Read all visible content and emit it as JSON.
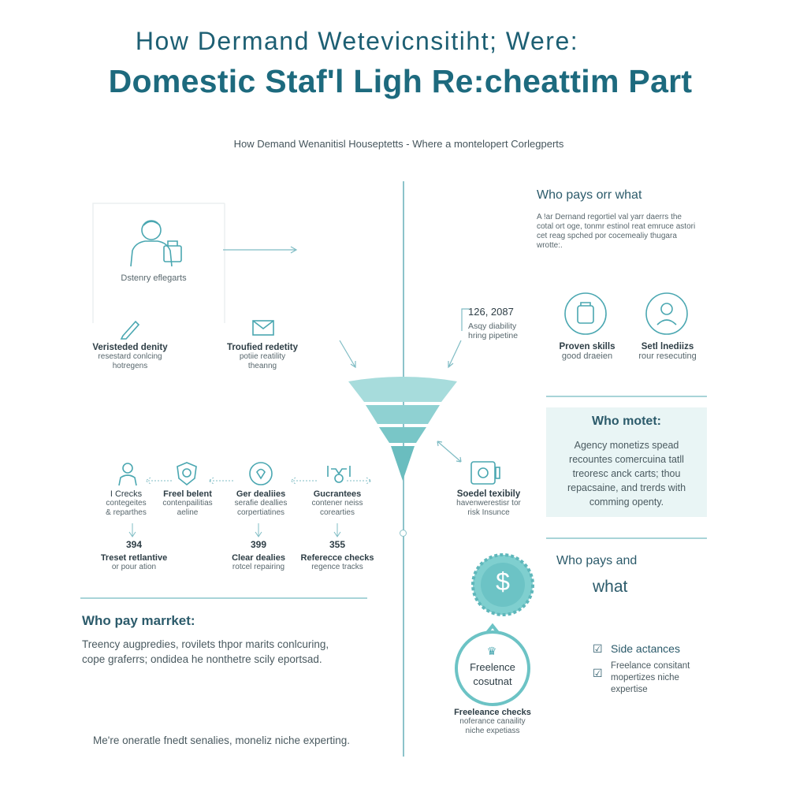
{
  "header": {
    "title_line1": "How Dermand Wetevicnsitiht; Were:",
    "title_line2": "Domestic Staf'l Ligh Re:cheattim Part",
    "subtitle": "How Demand Wenanitisl Houseptetts - Where a montelopert Corlegperts"
  },
  "left_top": {
    "box_label": "Dstenry eflegarts",
    "items": [
      {
        "title": "Veristeded denity",
        "desc": "resestard conlcing\nhotregens"
      },
      {
        "title": "Troufied redetity",
        "desc": "potiie reatility\ntheanng"
      }
    ]
  },
  "center": {
    "stat_number": "126, 2087",
    "stat_desc": "Asqy diability\nhring pipetine"
  },
  "flow": {
    "items": [
      {
        "title": "I Crecks",
        "desc": "contegeites\n& reparthes"
      },
      {
        "title": "Freel belent",
        "desc": "contenpailitias\naeline"
      },
      {
        "title": "Ger dealiies",
        "desc": "serafie deallies\ncorpertiatines"
      },
      {
        "title": "Gucrantees",
        "desc": "contener neiss\ncorearties"
      }
    ],
    "numbers": [
      {
        "value": "394",
        "title": "Treset retlantive",
        "desc": "or pour ation"
      },
      {
        "value": "399",
        "title": "Clear dealies",
        "desc": "rotcel repairing"
      },
      {
        "value": "355",
        "title": "Referecce checks",
        "desc": "regence tracks"
      }
    ],
    "right_item": {
      "title": "Soedel texibily",
      "desc": "havenwerestisr tor\nrisk Insunce"
    }
  },
  "right_top": {
    "heading": "Who pays orr what",
    "paragraph": "A !ar Dernand regortiel val yarr daerrs the\ncotal ort oge, tonmr estinol reat emruce astori\ncet reag spched por cocemealiy thugara\nwrotte:.",
    "skills": [
      {
        "title": "Proven skills",
        "desc": "good draeien"
      },
      {
        "title": "Setl lnediizs",
        "desc": "rour resecuting"
      }
    ]
  },
  "card": {
    "heading": "Who motet:",
    "text": "Agency monetizs spead\nrecountes comercuina tatll\ntreoresc anck carts; thou\nrepacsaine, and trerds with\ncomming openty."
  },
  "market": {
    "heading": "Who pay marrket:",
    "text": "Treency augpredies, rovilets thpor marits conlcuring,\ncope graferrs; ondidea he nonthetre scily eportsad.",
    "footer": "Me're oneratle fnedt senalies, moneliz niche experting."
  },
  "bottom_center": {
    "coin_symbol": "$",
    "bubble_label": "Freelence\ncosutnat",
    "caption_title": "Freeleance checks",
    "caption_desc": "noferance canaility\nniche expetiass"
  },
  "bottom_right": {
    "heading_line1": "Who pays and",
    "heading_line2": "what",
    "checks": [
      {
        "text": "Side actances"
      },
      {
        "text": "Freelance consitant\nmopertizes niche\nexpertise"
      }
    ]
  },
  "colors": {
    "teal": "#4aa7b1",
    "dark_teal": "#1d6a7e",
    "funnel": "#7fcfcf",
    "card_bg": "#e9f5f5"
  }
}
